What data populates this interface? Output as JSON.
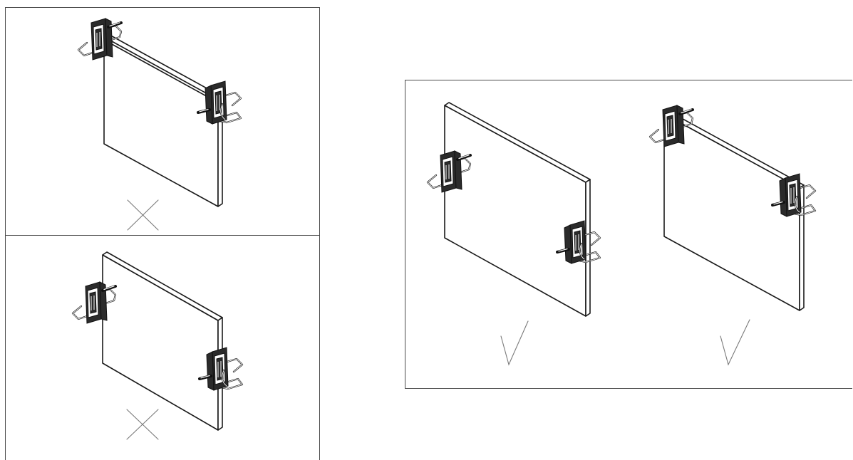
{
  "diagram": {
    "layout": "three-frames",
    "frames": [
      {
        "id": "top-left",
        "verdict": "incorrect",
        "mark": "cross-icon"
      },
      {
        "id": "bottom-left",
        "verdict": "incorrect",
        "mark": "cross-icon"
      },
      {
        "id": "right",
        "verdict": "correct",
        "mark": "check-icon",
        "count": 2
      }
    ],
    "colors": {
      "line": "#1a1a1a",
      "frame": "#4a4a4a",
      "mark": "#7a7a7a",
      "background": "#ffffff"
    }
  }
}
